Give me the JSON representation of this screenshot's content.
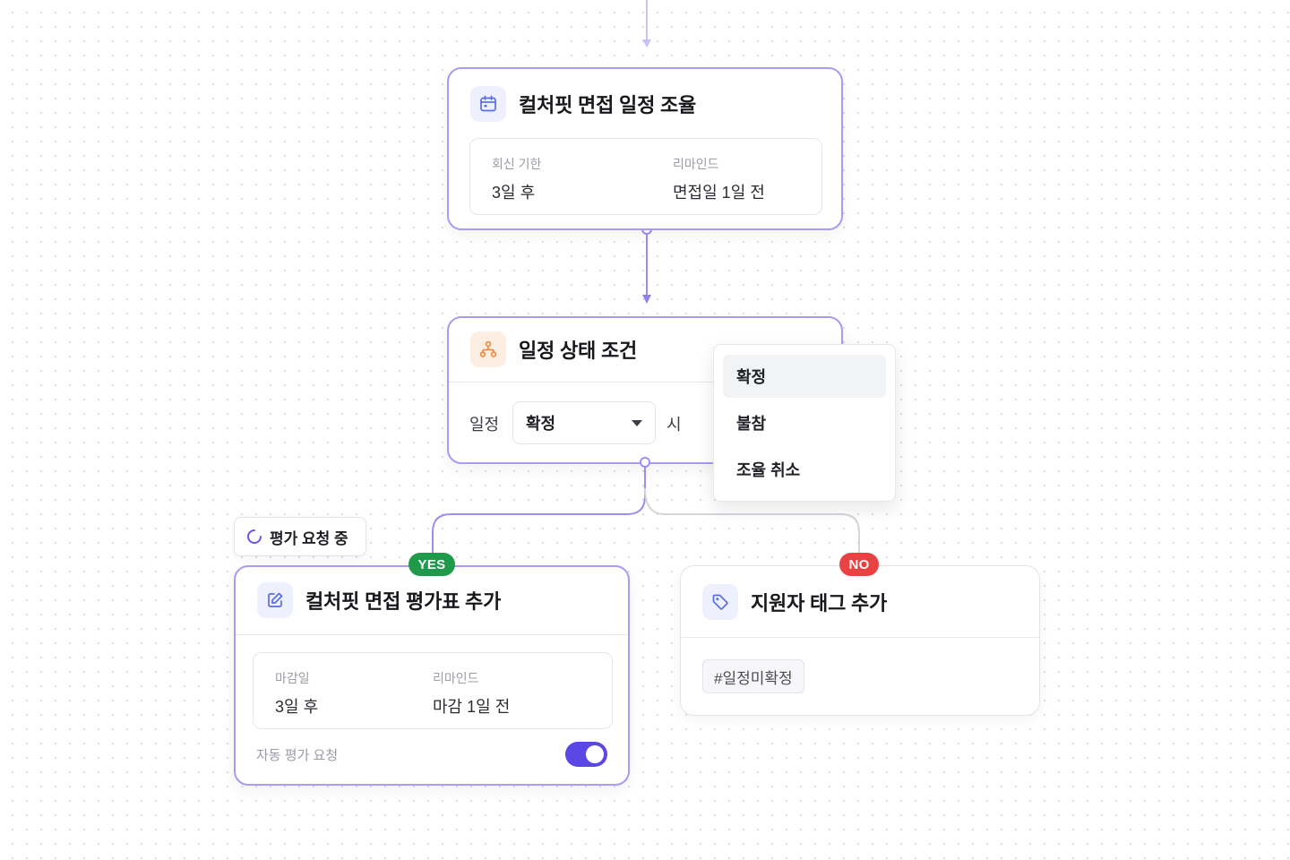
{
  "colors": {
    "accent": "#5b47e6",
    "wire": "#9d8ff0",
    "wire_inactive": "#d4d5db",
    "yes": "#1f9a4a",
    "no": "#ea4242",
    "node_border_selected": "#a99cf0"
  },
  "schedule_node": {
    "icon": "calendar-icon",
    "title": "컬처핏 면접 일정 조율",
    "reply_deadline": {
      "label": "회신 기한",
      "value": "3일 후"
    },
    "reminder": {
      "label": "리마인드",
      "value": "면접일 1일 전"
    }
  },
  "condition_node": {
    "icon": "branch-icon",
    "title": "일정 상태 조건",
    "prefix": "일정",
    "selected": "확정",
    "suffix": "시",
    "options": [
      "확정",
      "불참",
      "조율 취소"
    ],
    "highlighted_option": "확정"
  },
  "yes_branch": {
    "badge": "YES",
    "status_chip": "평가 요청 중",
    "node": {
      "icon": "edit-icon",
      "title": "컬처핏 면접 평가표 추가",
      "deadline": {
        "label": "마감일",
        "value": "3일 후"
      },
      "reminder": {
        "label": "리마인드",
        "value": "마감 1일 전"
      },
      "auto_request_label": "자동 평가 요청",
      "auto_request_enabled": true
    }
  },
  "no_branch": {
    "badge": "NO",
    "node": {
      "icon": "tag-icon",
      "title": "지원자 태그 추가",
      "tag": "#일정미확정"
    }
  }
}
